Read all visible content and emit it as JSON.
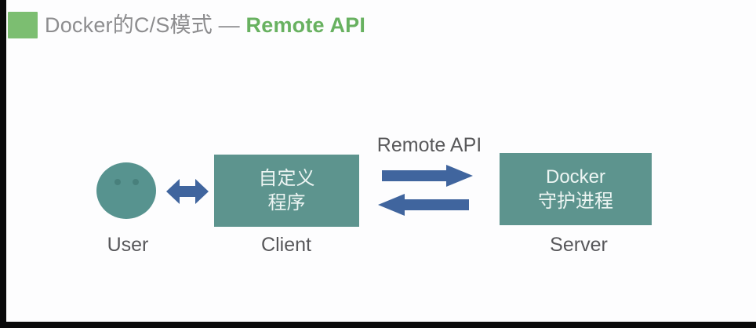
{
  "slide": {
    "title": {
      "prefix": "Docker的C/S模式 —",
      "highlight": "Remote API"
    },
    "diagram": {
      "remote_api_label": "Remote API",
      "client_box": {
        "line1": "自定义",
        "line2": "程序"
      },
      "server_box": {
        "line1": "Docker",
        "line2": "守护进程"
      },
      "labels": {
        "user": "User",
        "client": "Client",
        "server": "Server"
      }
    },
    "colors": {
      "node_teal": "#5d948e",
      "face_teal": "#57938f",
      "arrow_blue": "#40659e",
      "bullet_green": "#7cbe71",
      "title_highlight_green": "#68b160",
      "title_gray": "#8d8d8f",
      "label_gray": "#57575a",
      "letterbox_black": "#0a0a0a"
    }
  }
}
